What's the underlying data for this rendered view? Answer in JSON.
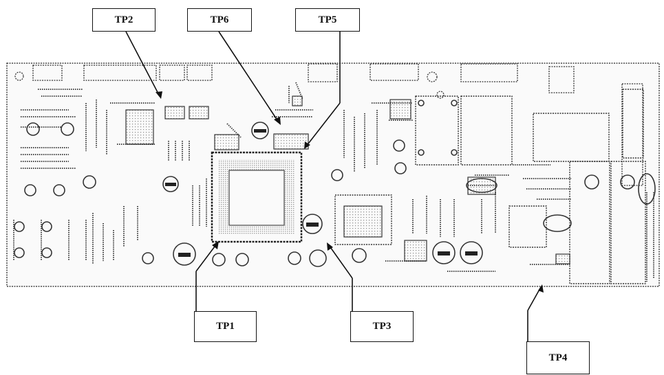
{
  "labels": {
    "tp1": "TP1",
    "tp2": "TP2",
    "tp3": "TP3",
    "tp4": "TP4",
    "tp5": "TP5",
    "tp6": "TP6"
  },
  "colors": {
    "ink": "#111111",
    "dot": "#555555",
    "board_bg": "#fafafa"
  }
}
